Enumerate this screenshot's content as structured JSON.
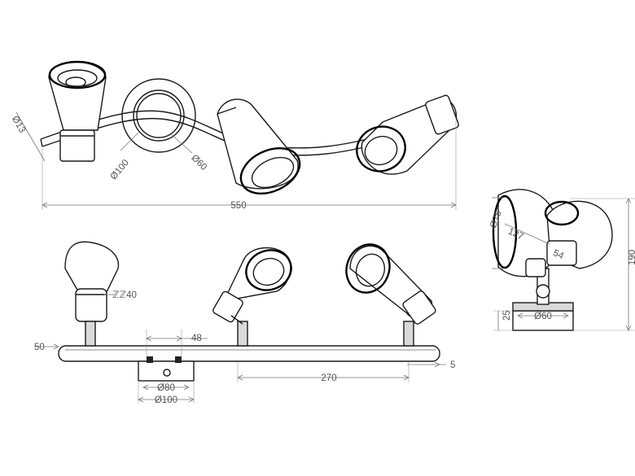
{
  "drawing": {
    "top_view": {
      "length_label": "550",
      "bar_diameter_label": "Ø13",
      "canopy_outer_label": "Ø100",
      "canopy_inner_label": "Ø60"
    },
    "front_view": {
      "tube_offset_label": "50",
      "canopy_width_label": "48",
      "spot_spacing_label": "270",
      "end_offset_label": "5",
      "shade_label": "ℤℤ40",
      "canopy_inner_label": "Ø80",
      "canopy_outer_label": "Ø100"
    },
    "side_view": {
      "shade_diameter_label": "Ø75",
      "shade_length_label": "127",
      "holder_label": "54",
      "height_label": "190",
      "canopy_height_label": "25",
      "canopy_label": "Ø60"
    }
  }
}
